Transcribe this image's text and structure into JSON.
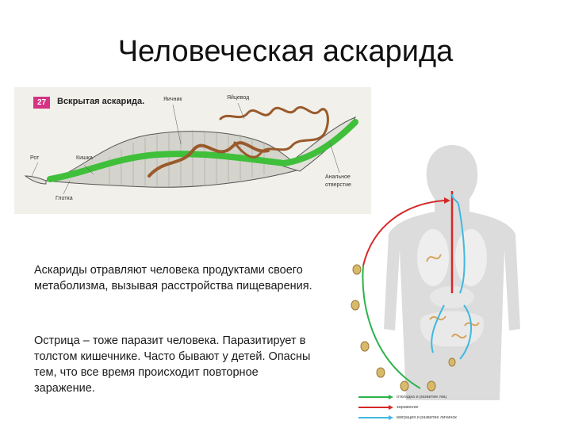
{
  "slide": {
    "title": "Человеческая аскарида"
  },
  "worm_figure": {
    "number": "27",
    "title": "Вскрытая аскарида.",
    "labels": {
      "ovary": "Яичник",
      "oviduct": "Яйцевод",
      "mouth": "Рот",
      "gut": "Кишка",
      "pharynx": "Глотка",
      "anus_line1": "Анальное",
      "anus_line2": "отверстие"
    },
    "colors": {
      "gut": "#3fbf3a",
      "reproductive": "#9a5a2b",
      "body": "#cfcfc9"
    }
  },
  "text": {
    "paragraph1": "Аскариды отравляют человека продуктами своего метаболизма, вызывая расстройства пищеварения.",
    "paragraph2": "Острица – тоже паразит человека. Паразитирует в толстом кишечнике. Часто бывают у детей. Опасны тем, что все время происходит повторное заражение."
  },
  "legend": {
    "items": [
      {
        "label": "откладка и развитие яиц",
        "color": "#2db34a"
      },
      {
        "label": "заражение",
        "color": "#d62828"
      },
      {
        "label": "миграция и развитие личинок",
        "color": "#3fb8e0"
      }
    ]
  }
}
